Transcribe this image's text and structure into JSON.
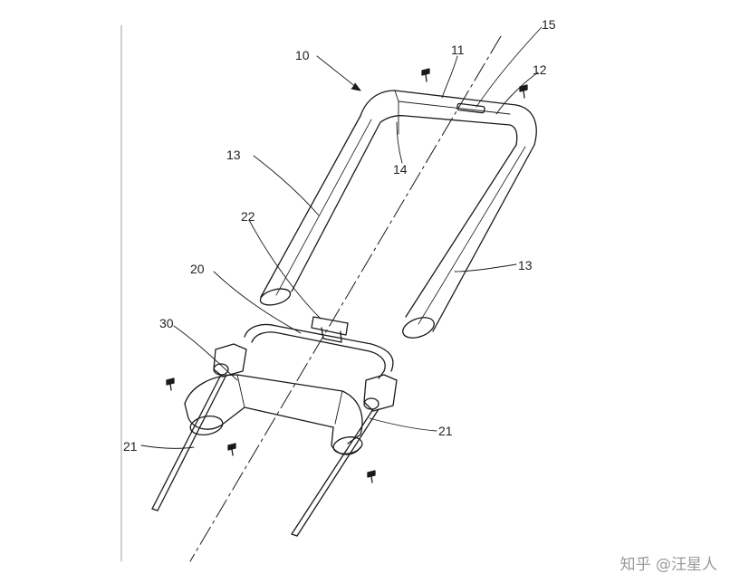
{
  "labels": {
    "l10": "10",
    "l11": "11",
    "l12": "12",
    "l13a": "13",
    "l13b": "13",
    "l14": "14",
    "l15": "15",
    "l20": "20",
    "l21a": "21",
    "l21b": "21",
    "l22": "22",
    "l30": "30"
  },
  "watermark": "知乎 @汪星人",
  "colors": {
    "line": "#1a1a1a",
    "background": "#ffffff"
  }
}
